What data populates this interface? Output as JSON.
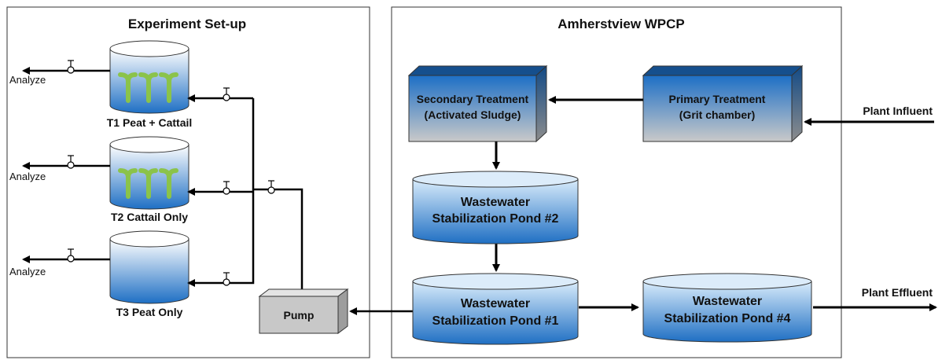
{
  "panels": {
    "experiment_title": "Experiment Set-up",
    "plant_title": "Amherstview WPCP"
  },
  "experiment": {
    "analyze_label": "Analyze",
    "t1_label": "T1 Peat + Cattail",
    "t2_label": "T2 Cattail Only",
    "t3_label": "T3 Peat Only",
    "pump_label": "Pump"
  },
  "plant": {
    "secondary_line1": "Secondary Treatment",
    "secondary_line2": "(Activated Sludge)",
    "primary_line1": "Primary Treatment",
    "primary_line2": "(Grit chamber)",
    "pond_word": "Wastewater",
    "pond2_line2": "Stabilization Pond #2",
    "pond1_line2": "Stabilization Pond #1",
    "pond4_line2": "Stabilization Pond #4",
    "influent_label": "Plant Influent",
    "effluent_label": "Plant Effluent"
  },
  "colors": {
    "blue_top": "#1565c0",
    "blue_light": "#dfeefa",
    "gray_box": "#c8c8c8",
    "plant_green": "#8bc34a"
  }
}
